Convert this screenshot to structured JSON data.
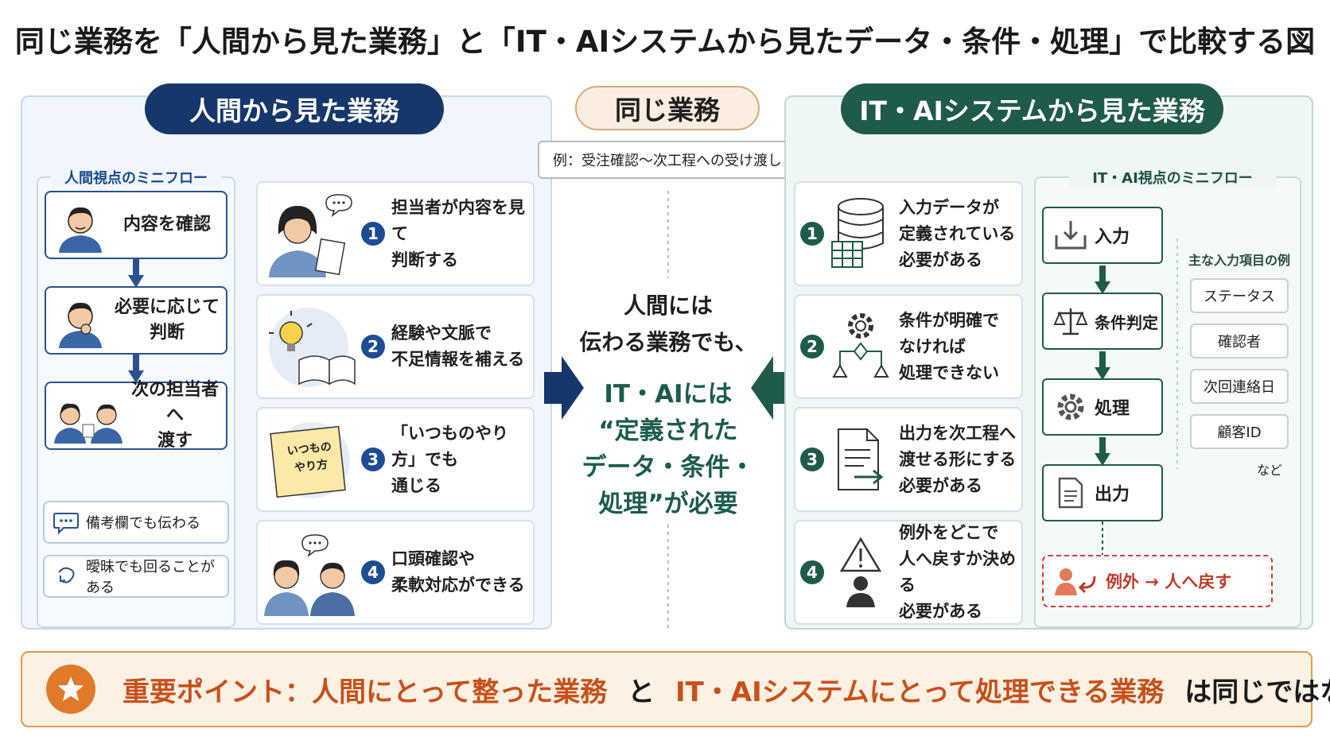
{
  "title": "同じ業務を「人間から見た業務」と「IT・AIシステムから見たデータ・条件・処理」で比較する図",
  "left": {
    "header": "人間から見た業務",
    "flow_title": "人間視点のミニフロー",
    "flow_steps": [
      "内容を確認",
      "必要に応じて\n判断",
      "次の担当者へ\n渡す"
    ],
    "notes": [
      "備考欄でも伝わる",
      "曖昧でも回ることがある"
    ],
    "cards": [
      {
        "num": "1",
        "text": "担当者が内容を見て\n判断する"
      },
      {
        "num": "2",
        "text": "経験や文脈で\n不足情報を補える"
      },
      {
        "num": "3",
        "text": "「いつものやり方」でも\n通じる"
      },
      {
        "num": "4",
        "text": "口頭確認や\n柔軟対応ができる"
      }
    ],
    "sticky_note": "いつもの\nやり方"
  },
  "center": {
    "pill": "同じ業務",
    "example": "例：受注確認〜次工程への受け渡し",
    "text1": "人間には\n伝わる業務でも、",
    "text2": "IT・AIには\n“定義された\nデータ・条件・\n処理”が必要"
  },
  "right": {
    "header": "IT・AIシステムから見た業務",
    "cards": [
      {
        "num": "1",
        "text": "入力データが\n定義されている\n必要がある"
      },
      {
        "num": "2",
        "text": "条件が明確で\nなければ\n処理できない"
      },
      {
        "num": "3",
        "text": "出力を次工程へ\n渡せる形にする\n必要がある"
      },
      {
        "num": "4",
        "text": "例外をどこで\n人へ戻すか決める\n必要がある"
      }
    ],
    "flow_title": "IT・AI視点のミニフロー",
    "flow_steps": [
      "入力",
      "条件判定",
      "処理",
      "出力"
    ],
    "items_title": "主な入力項目の例",
    "items": [
      "ステータス",
      "確認者",
      "次回連絡日",
      "顧客ID"
    ],
    "items_etc": "など",
    "exception": "例外 → 人へ戻す"
  },
  "bottom": {
    "part1": "重要ポイント：人間にとって整った業務",
    "part2": "と",
    "part3": "IT・AIシステムにとって処理できる業務",
    "part4": "は同じではない"
  },
  "colors": {
    "navy": "#15376b",
    "green": "#1f5b4a",
    "orange": "#c8501a",
    "red": "#c0392b"
  }
}
